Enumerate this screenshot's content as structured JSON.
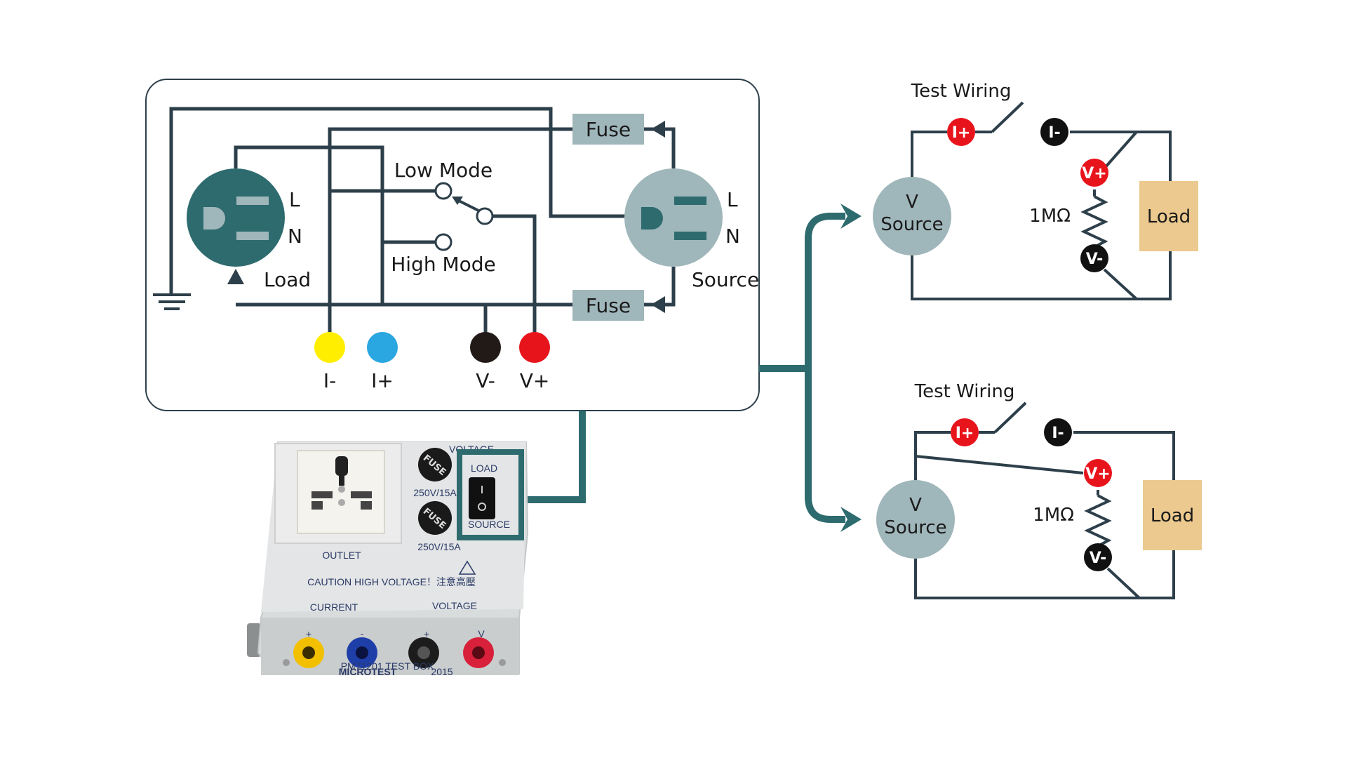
{
  "colors": {
    "wire": "#2d3f4a",
    "teal": "#2e6b6f",
    "socket_load": "#2e6b6f",
    "socket_source": "#9fb6ba",
    "fuse": "#9fb6ba",
    "load_box": "#ecc98e",
    "v_source": "#9fb6ba",
    "term_red": "#e8141c",
    "term_black": "#111111",
    "term_yellow": "#ffee00",
    "term_blue": "#2aa6e0",
    "term_dark": "#221a17"
  },
  "schematic": {
    "fuse_top": "Fuse",
    "fuse_bottom": "Fuse",
    "low_mode": "Low Mode",
    "high_mode": "High Mode",
    "load_L": "L",
    "load_N": "N",
    "load_label": "Load",
    "source_L": "L",
    "source_N": "N",
    "source_label": "Source",
    "terminals": [
      "I-",
      "I+",
      "V-",
      "V+"
    ]
  },
  "device": {
    "outlet": "OUTLET",
    "caution": "CAUTION HIGH VOLTAGE！注意高壓",
    "current": "CURRENT",
    "voltage_bottom": "VOLTAGE",
    "voltage_top": "VOLTAGE",
    "fuse1": "FUSE",
    "fuse2": "FUSE",
    "rating1": "250V/15A",
    "rating2": "250V/15A",
    "switch_load": "LOAD",
    "switch_source": "SOURCE",
    "model": "PM71201 TEST BOX",
    "brand": "MICROTEST",
    "year": "2015",
    "jack_plus1": "+",
    "jack_minus1": "-",
    "jack_plus2": "+",
    "jack_v": "V"
  },
  "wiring_top": {
    "title": "Test Wiring",
    "i_plus": "I+",
    "i_minus": "I-",
    "v_plus": "V+",
    "v_minus": "V-",
    "resistor": "1MΩ",
    "load": "Load",
    "source_v": "V",
    "source_name": "Source"
  },
  "wiring_bottom": {
    "title": "Test Wiring",
    "i_plus": "I+",
    "i_minus": "I-",
    "v_plus": "V+",
    "v_minus": "V-",
    "resistor": "1MΩ",
    "load": "Load",
    "source_v": "V",
    "source_name": "Source"
  }
}
